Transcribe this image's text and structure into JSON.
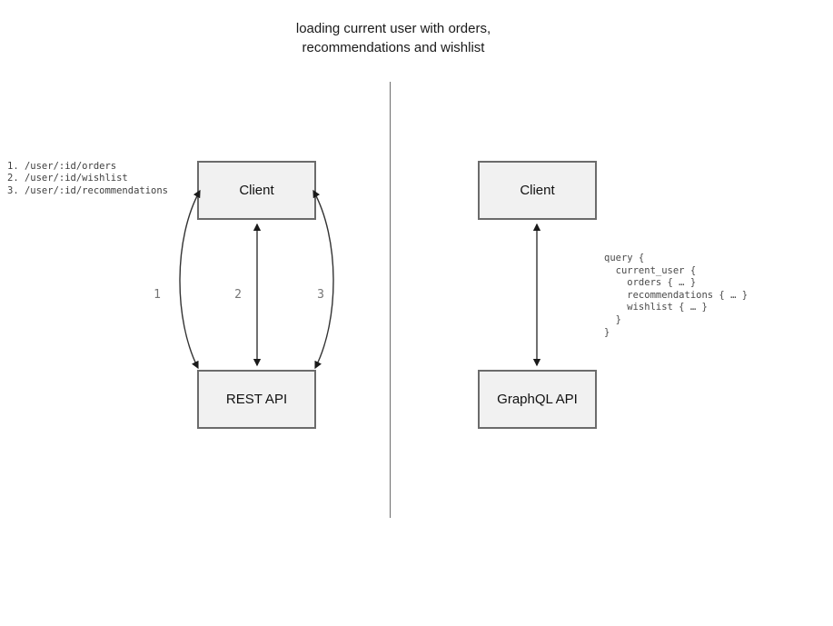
{
  "title": "loading current user with orders,\nrecommendations and wishlist",
  "colors": {
    "box_fill": "#f1f1f1",
    "box_border": "#6b6b6b",
    "connector_stroke": "#333333",
    "divider": "#6e6e6e",
    "muted_code_text": "#4a4a4a",
    "arrow_label_gray": "#757575"
  },
  "rest_panel": {
    "endpoints_text": "1. /user/:id/orders\n2. /user/:id/wishlist\n3. /user/:id/recommendations",
    "client_label": "Client",
    "api_label": "REST API",
    "arrow_labels": [
      "1",
      "2",
      "3"
    ]
  },
  "graphql_panel": {
    "client_label": "Client",
    "api_label": "GraphQL API",
    "query_text": "query {\n  current_user {\n    orders { … }\n    recommendations { … }\n    wishlist { … }\n  }\n}"
  }
}
